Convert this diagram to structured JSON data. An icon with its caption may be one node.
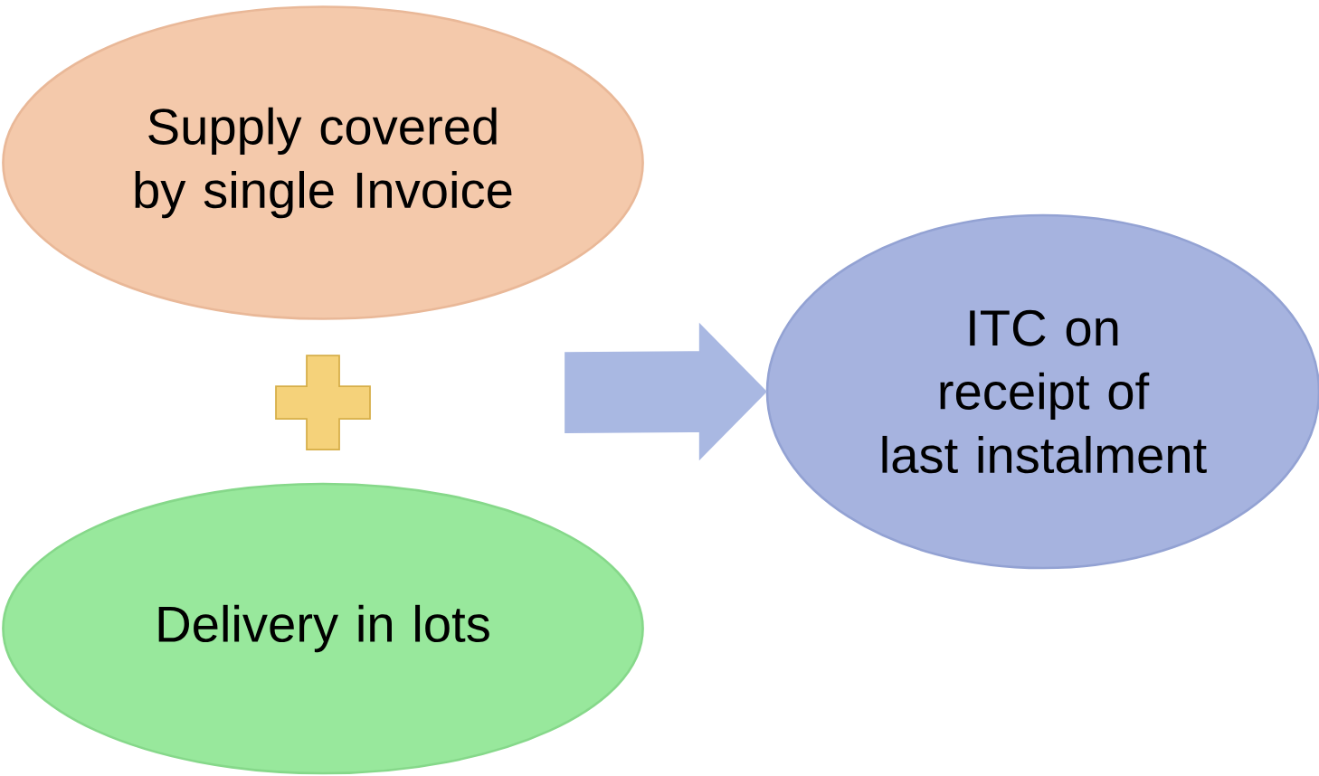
{
  "diagram": {
    "nodes": [
      {
        "text": [
          "Supply covered by single Invoice"
        ]
      },
      {
        "text": [
          "Delivery in lots"
        ]
      },
      {
        "text": [
          "ITC on receipt of last instalment"
        ]
      }
    ],
    "edges": [
      {
        "from": null,
        "to": 2,
        "arrow": "to"
      }
    ]
  }
}
